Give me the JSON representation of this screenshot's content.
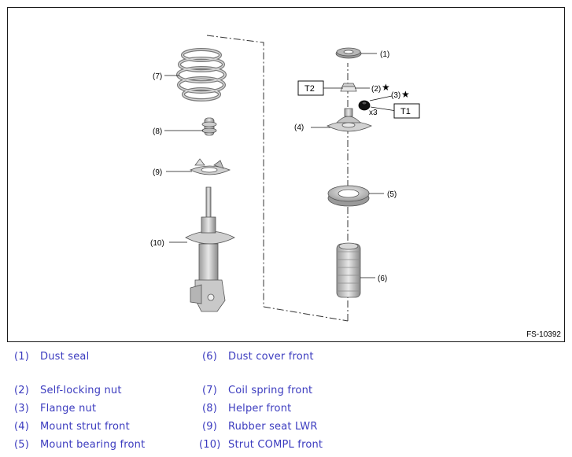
{
  "figure": {
    "code": "FS-10392",
    "callouts": {
      "c1": "(1)",
      "c2": "(2)",
      "c3": "(3)",
      "c4": "(4)",
      "c5": "(5)",
      "c6": "(6)",
      "c7": "(7)",
      "c8": "(8)",
      "c9": "(9)",
      "c10": "(10)"
    },
    "torque_boxes": {
      "t1": "T1",
      "t2": "T2"
    },
    "star": "★",
    "quantity": "x3"
  },
  "legend": {
    "items": [
      {
        "num": "(1)",
        "name": "Dust seal"
      },
      {
        "num": "(2)",
        "name": "Self-locking nut"
      },
      {
        "num": "(3)",
        "name": "Flange nut"
      },
      {
        "num": "(4)",
        "name": "Mount strut front"
      },
      {
        "num": "(5)",
        "name": "Mount bearing front"
      },
      {
        "num": "(6)",
        "name": "Dust cover front"
      },
      {
        "num": "(7)",
        "name": "Coil spring front"
      },
      {
        "num": "(8)",
        "name": "Helper front"
      },
      {
        "num": "(9)",
        "name": "Rubber seat LWR"
      },
      {
        "num": "(10)",
        "name": "Strut COMPL front"
      }
    ]
  },
  "colors": {
    "legend_text": "#3b3bbf",
    "part_fill": "#d9d9d9",
    "part_dark": "#8f8f8f"
  }
}
